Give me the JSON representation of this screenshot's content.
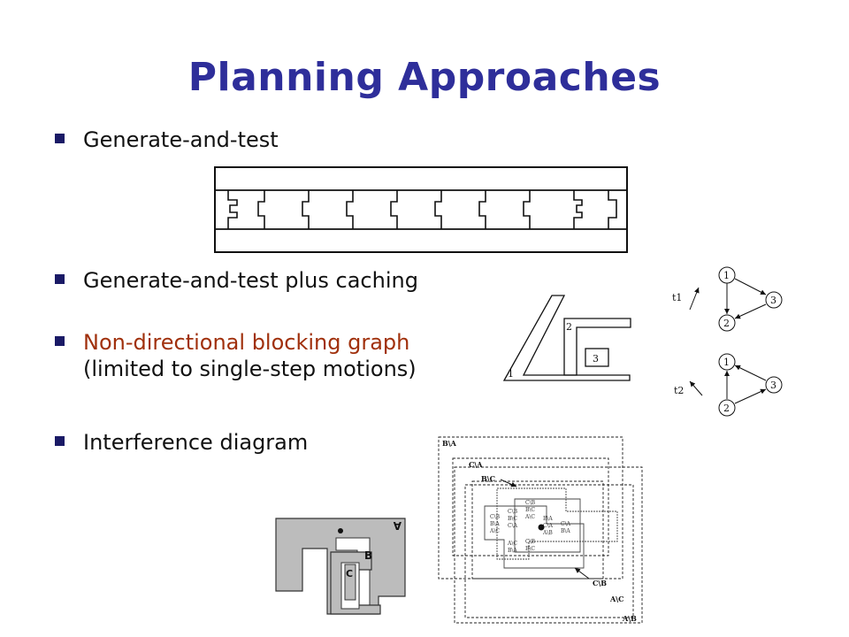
{
  "slide": {
    "title": "Planning Approaches",
    "bullets": [
      {
        "text": "Generate-and-test"
      },
      {
        "text": "Generate-and-test plus caching"
      },
      {
        "text": "Non-directional blocking graph",
        "subtext": "(limited to single-step motions)",
        "accent": "#a0300c"
      },
      {
        "text": "Interference diagram"
      }
    ]
  },
  "blocking_graph": {
    "parts": [
      "1",
      "2",
      "3"
    ],
    "graphs": [
      {
        "direction": "t1",
        "nodes": [
          "1",
          "2",
          "3"
        ]
      },
      {
        "direction": "t2",
        "nodes": [
          "1",
          "2",
          "3"
        ]
      }
    ]
  },
  "interference": {
    "parts": [
      "A",
      "B",
      "C"
    ],
    "region_labels": [
      "B\\A",
      "C\\A",
      "B\\C",
      "C\\B",
      "A\\C",
      "A\\B"
    ],
    "fill": "#bbbbbb"
  },
  "colors": {
    "title": "#2e2e9a",
    "bullet_mark": "#1a1a66",
    "accent": "#a0300c"
  }
}
